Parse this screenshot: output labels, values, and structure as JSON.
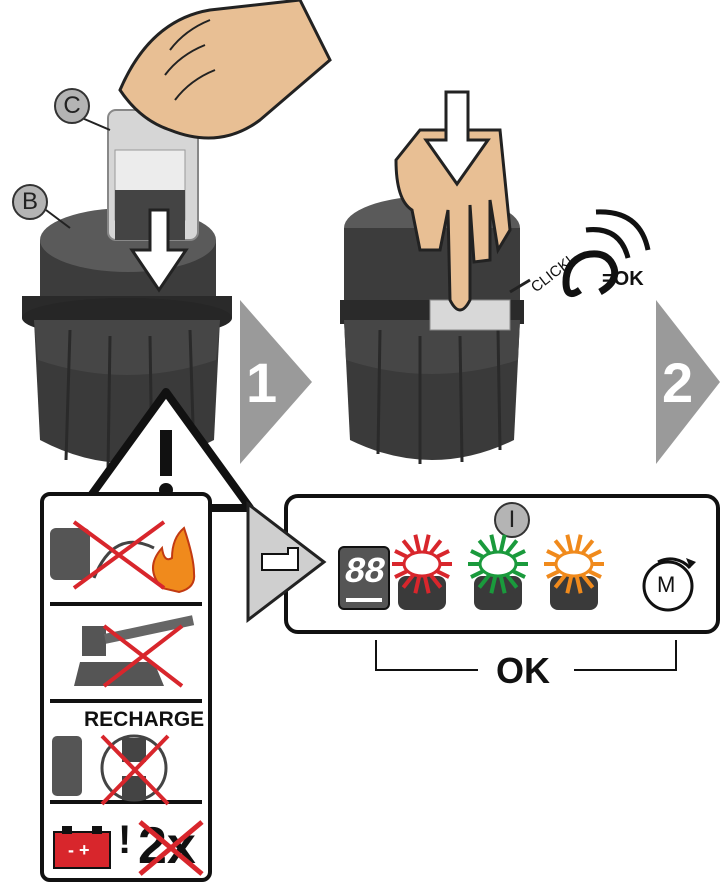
{
  "labels": {
    "callout_c": "C",
    "callout_b": "B",
    "callout_i": "I"
  },
  "steps": {
    "step1": "1",
    "step2": "2"
  },
  "click": {
    "sound_text": "CLICK!",
    "confirm_text": "=OK"
  },
  "warnings": {
    "recharge_text": "RECHARGE",
    "limit_text": "2x"
  },
  "status_panel": {
    "display_digits": "88",
    "result_text": "OK",
    "led_colors": [
      "#d8262c",
      "#1a9a3c",
      "#f08a1c"
    ],
    "mode_symbol": "M"
  }
}
